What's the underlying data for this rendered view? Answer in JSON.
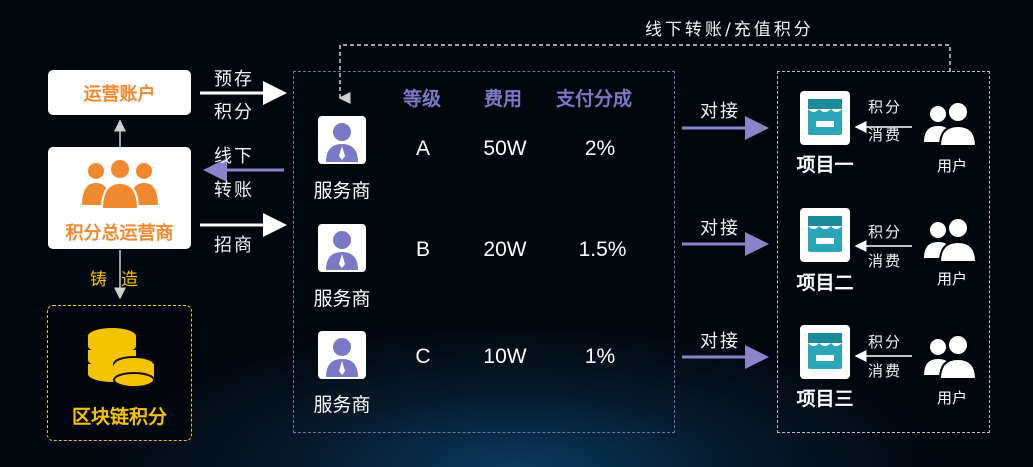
{
  "top_label": "线下转账/充值积分",
  "left": {
    "ops_account": "运营账户",
    "ops_main": "积分总运营商",
    "mint": "铸造",
    "blockchain": "区块链积分",
    "arrow_prestore_1": "预存",
    "arrow_prestore_2": "积分",
    "arrow_offline_1": "线下",
    "arrow_offline_2": "转账",
    "arrow_recruit": "招商"
  },
  "table": {
    "headers": [
      "等级",
      "费用",
      "支付分成"
    ],
    "rows": [
      {
        "provider": "服务商",
        "level": "A",
        "fee": "50W",
        "share": "2%"
      },
      {
        "provider": "服务商",
        "level": "B",
        "fee": "20W",
        "share": "1.5%"
      },
      {
        "provider": "服务商",
        "level": "C",
        "fee": "10W",
        "share": "1%"
      }
    ]
  },
  "right": {
    "connect": "对接",
    "projects": [
      {
        "name": "项目一",
        "user": "用户",
        "line1": "积分",
        "line2": "消费"
      },
      {
        "name": "项目二",
        "user": "用户",
        "line1": "积分",
        "line2": "消费"
      },
      {
        "name": "项目三",
        "user": "用户",
        "line1": "积分",
        "line2": "消费"
      }
    ]
  },
  "colors": {
    "orange": "#f0892f",
    "purple": "#7b78c6",
    "arrow_purple": "#8b84c9",
    "gold": "#f5c400"
  }
}
